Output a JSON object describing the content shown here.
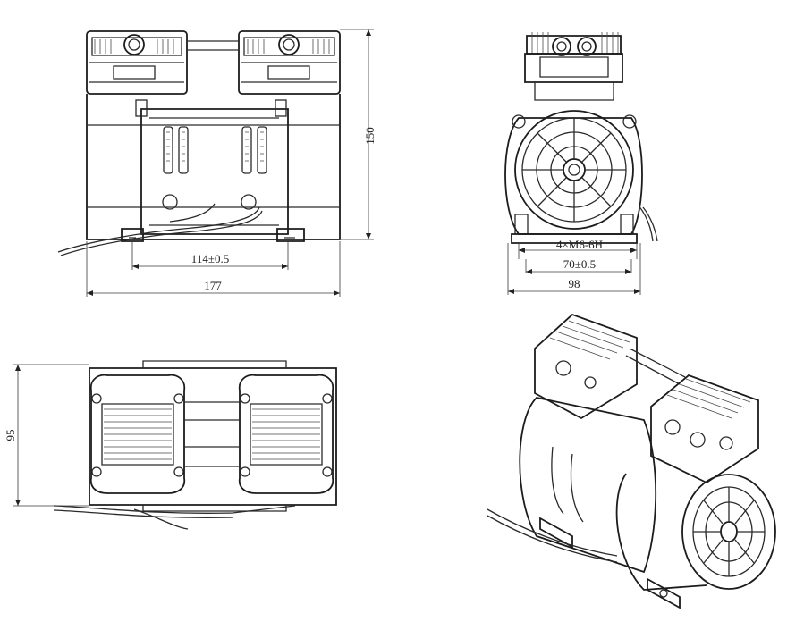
{
  "dimensions": {
    "mount_spacing": "114±0.5",
    "overall_length": "177",
    "overall_height": "150",
    "thread_spec": "4×M6-6H",
    "mount_width": "70±0.5",
    "overall_width": "98",
    "top_view_depth": "95"
  },
  "colors": {
    "line": "#2a2a2a",
    "background": "#ffffff"
  },
  "views": [
    "front-view",
    "side-view",
    "top-view",
    "isometric-view"
  ]
}
